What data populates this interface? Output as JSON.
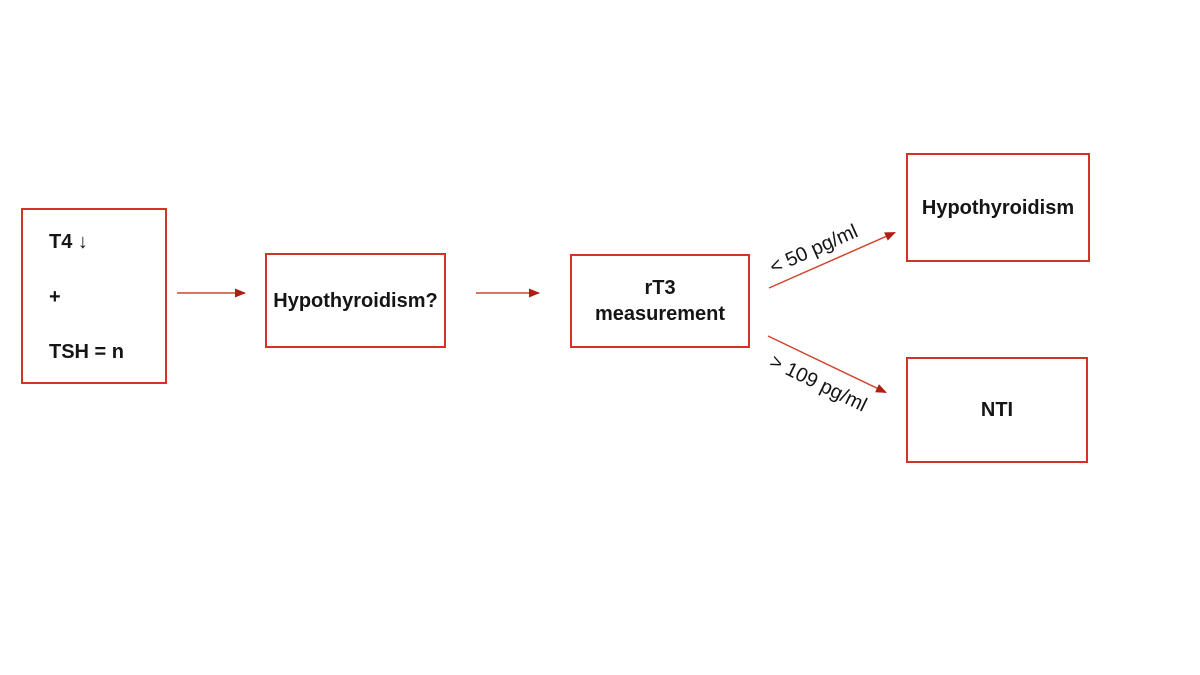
{
  "diagram": {
    "description": "Flowchart for rT3 measurement in suspected hypothyroidism",
    "boxes": {
      "start": {
        "lines": [
          "T4 ↓",
          "+",
          "TSH = n"
        ]
      },
      "question": {
        "label": "Hypothyroidism?"
      },
      "measurement": {
        "lines": [
          "rT3",
          "measurement"
        ]
      },
      "outcome_low": {
        "label": "Hypothyroidism"
      },
      "outcome_high": {
        "label": "NTI"
      }
    },
    "arrow_labels": {
      "low": "< 50 pg/ml",
      "high": "> 109 pg/ml"
    }
  },
  "colors": {
    "background": "#ffffff",
    "box_border": "#cf3426",
    "arrow_line": "#d0452f",
    "arrow_head": "#b01d12",
    "text_color": "#151515"
  }
}
